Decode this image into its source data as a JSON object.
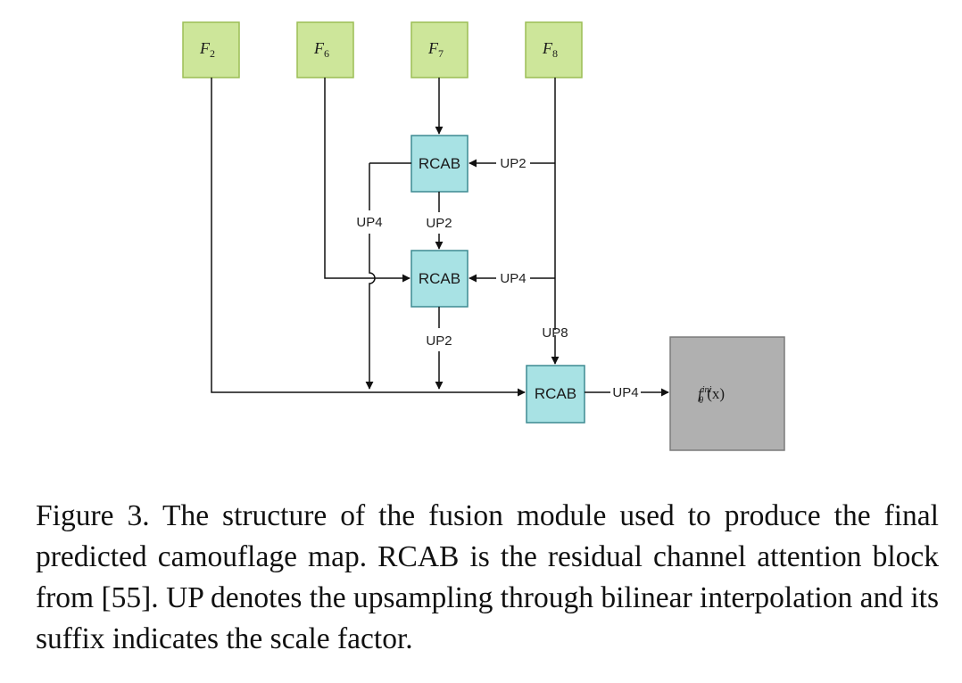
{
  "inputs": [
    {
      "id": "F2",
      "base": "F",
      "sub": "2"
    },
    {
      "id": "F6",
      "base": "F",
      "sub": "6"
    },
    {
      "id": "F7",
      "base": "F",
      "sub": "7"
    },
    {
      "id": "F8",
      "base": "F",
      "sub": "8"
    }
  ],
  "blocks": {
    "rcab_top": "RCAB",
    "rcab_mid": "RCAB",
    "rcab_bottom": "RCAB"
  },
  "edge_labels": {
    "f8_to_top": "UP2",
    "f8_to_mid": "UP4",
    "f8_to_bottom": "UP8",
    "top_to_mid": "UP2",
    "top_to_bottom": "UP4",
    "mid_to_bottom": "UP2",
    "bottom_to_output": "UP4"
  },
  "output": {
    "base": "f",
    "sub": "θ",
    "sup": "ini",
    "arg": "(x)"
  },
  "colors": {
    "input_fill": "#cde69a",
    "input_stroke": "#9bbd55",
    "rcab_fill": "#a8e2e4",
    "rcab_stroke": "#3e8a92",
    "output_fill": "#b0b0b0",
    "output_stroke": "#7a7a7a",
    "line": "#111111"
  },
  "caption": "Figure 3. The structure of the fusion module used to produce the final predicted camouflage map. RCAB is the residual channel attention block from [55]. UP denotes the upsampling through bilinear interpolation and its suffix indicates the scale factor."
}
